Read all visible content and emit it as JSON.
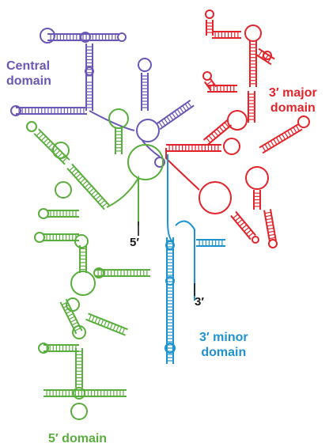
{
  "colors": {
    "central": "#6a57b6",
    "major": "#e3242b",
    "minor": "#1f93cf",
    "five": "#5aae3e",
    "ends": "#1a1a1a"
  },
  "labels": {
    "central_line1": "Central",
    "central_line2": "domain",
    "major_line1": "3′ major",
    "major_line2": "domain",
    "minor_line1": "3′ minor",
    "minor_line2": "domain",
    "five_domain": "5′ domain",
    "five_end": "5′",
    "three_end": "3′"
  }
}
